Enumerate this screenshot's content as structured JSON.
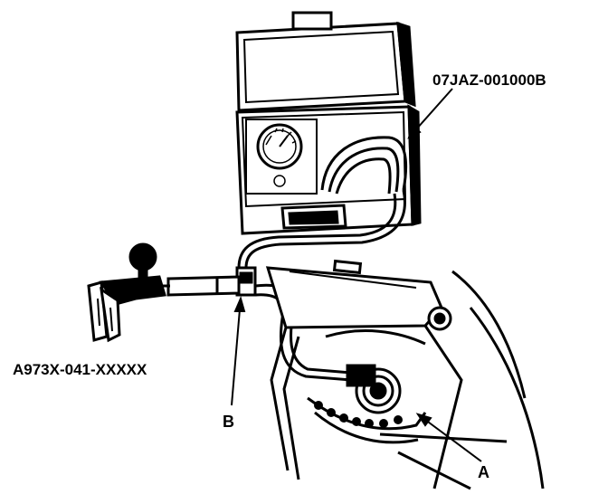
{
  "figure": {
    "labels": {
      "tool_vacuum_pump": "A973X-041-XXXXX",
      "tool_tester_kit": "07JAZ-001000B",
      "callout_a": "A",
      "callout_b": "B"
    },
    "colors": {
      "ink": "#000000",
      "paper": "#ffffff",
      "shade": "#8a8a8a"
    }
  }
}
